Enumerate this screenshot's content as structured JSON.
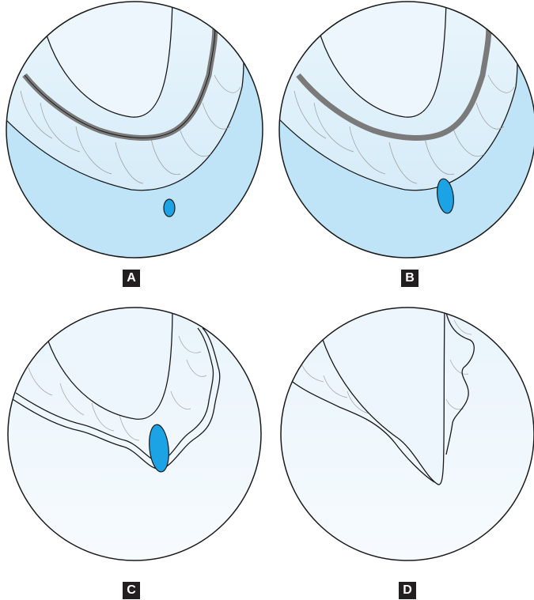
{
  "panels": [
    {
      "label": "A",
      "background": "fluid-filled",
      "highlight": "small-oval"
    },
    {
      "label": "B",
      "background": "fluid-filled",
      "highlight": "large-oval"
    },
    {
      "label": "C",
      "background": "clear",
      "highlight": "crossing-oval"
    },
    {
      "label": "D",
      "background": "clear",
      "highlight": "none"
    }
  ],
  "colors": {
    "outline": "#1a1a1a",
    "fluid_blue": "#bfe3f7",
    "light_interior": "#eef7fd",
    "highlight_blue": "#1ba3e6",
    "band_gray": "#7a7a7a",
    "label_bg": "#231f20",
    "label_text": "#ffffff"
  }
}
